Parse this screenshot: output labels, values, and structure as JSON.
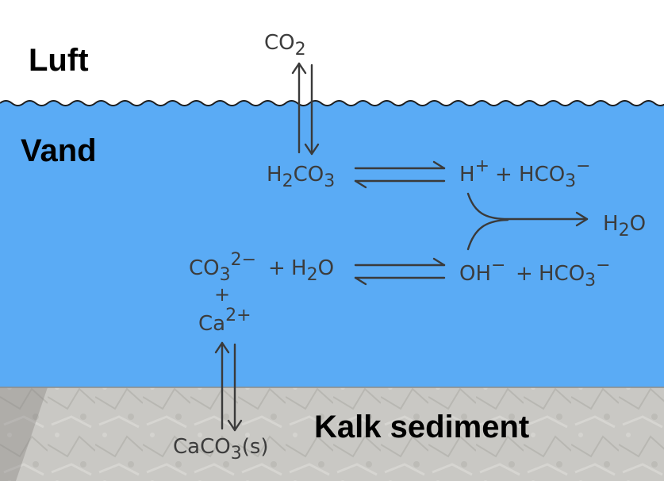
{
  "zones": {
    "air": "Luft",
    "water": "Vand",
    "sediment": "Kalk sediment"
  },
  "colors": {
    "air": "#ffffff",
    "water": "#5aabf5",
    "sediment": "#c9c8c4",
    "chemistry_text": "#3c3c3c",
    "arrows": "#3a3a3a"
  },
  "species": {
    "co2": {
      "main": "CO",
      "sub": "2"
    },
    "h2co3": {
      "a": "H",
      "sub1": "2",
      "b": "CO",
      "sub2": "3"
    },
    "h_plus": {
      "main": "H",
      "sup": "+"
    },
    "plus": "+",
    "hco3": {
      "main": "HCO",
      "sub": "3",
      "sup": "−"
    },
    "h2o": {
      "main": "H",
      "sub": "2",
      "tail": "O"
    },
    "co3": {
      "main": "CO",
      "sub": "3",
      "sup": "2−"
    },
    "oh": {
      "main": "OH",
      "sup": "−"
    },
    "ca": {
      "main": "Ca",
      "sup": "2+"
    },
    "caco3": {
      "main": "CaCO",
      "sub": "3",
      "tail": "(s)"
    }
  }
}
